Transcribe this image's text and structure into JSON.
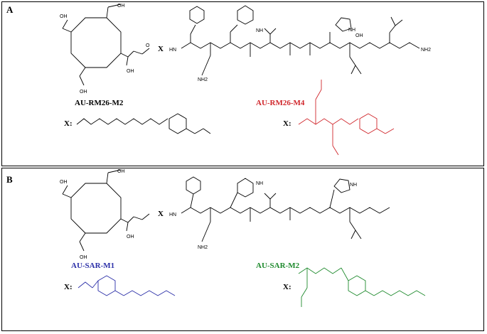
{
  "panels": [
    {
      "label": "A",
      "compounds": [
        {
          "name": "AU-RM26-M2",
          "color": "#000000"
        },
        {
          "name": "AU-RM26-M4",
          "color": "#d0262b"
        }
      ]
    },
    {
      "label": "B",
      "compounds": [
        {
          "name": "AU-SAR-M1",
          "color": "#2b2fa8"
        },
        {
          "name": "AU-SAR-M2",
          "color": "#1e8a2d"
        }
      ]
    }
  ],
  "linker_symbol": "X",
  "linker_label": "X:",
  "atoms": {
    "oh": "OH",
    "o": "O",
    "hn": "HN",
    "nh": "NH",
    "nh2": "NH2",
    "n": "N",
    "h": "H"
  },
  "colors": {
    "black": "#000000",
    "red": "#d0262b",
    "blue": "#2b2fa8",
    "green": "#1e8a2d"
  }
}
